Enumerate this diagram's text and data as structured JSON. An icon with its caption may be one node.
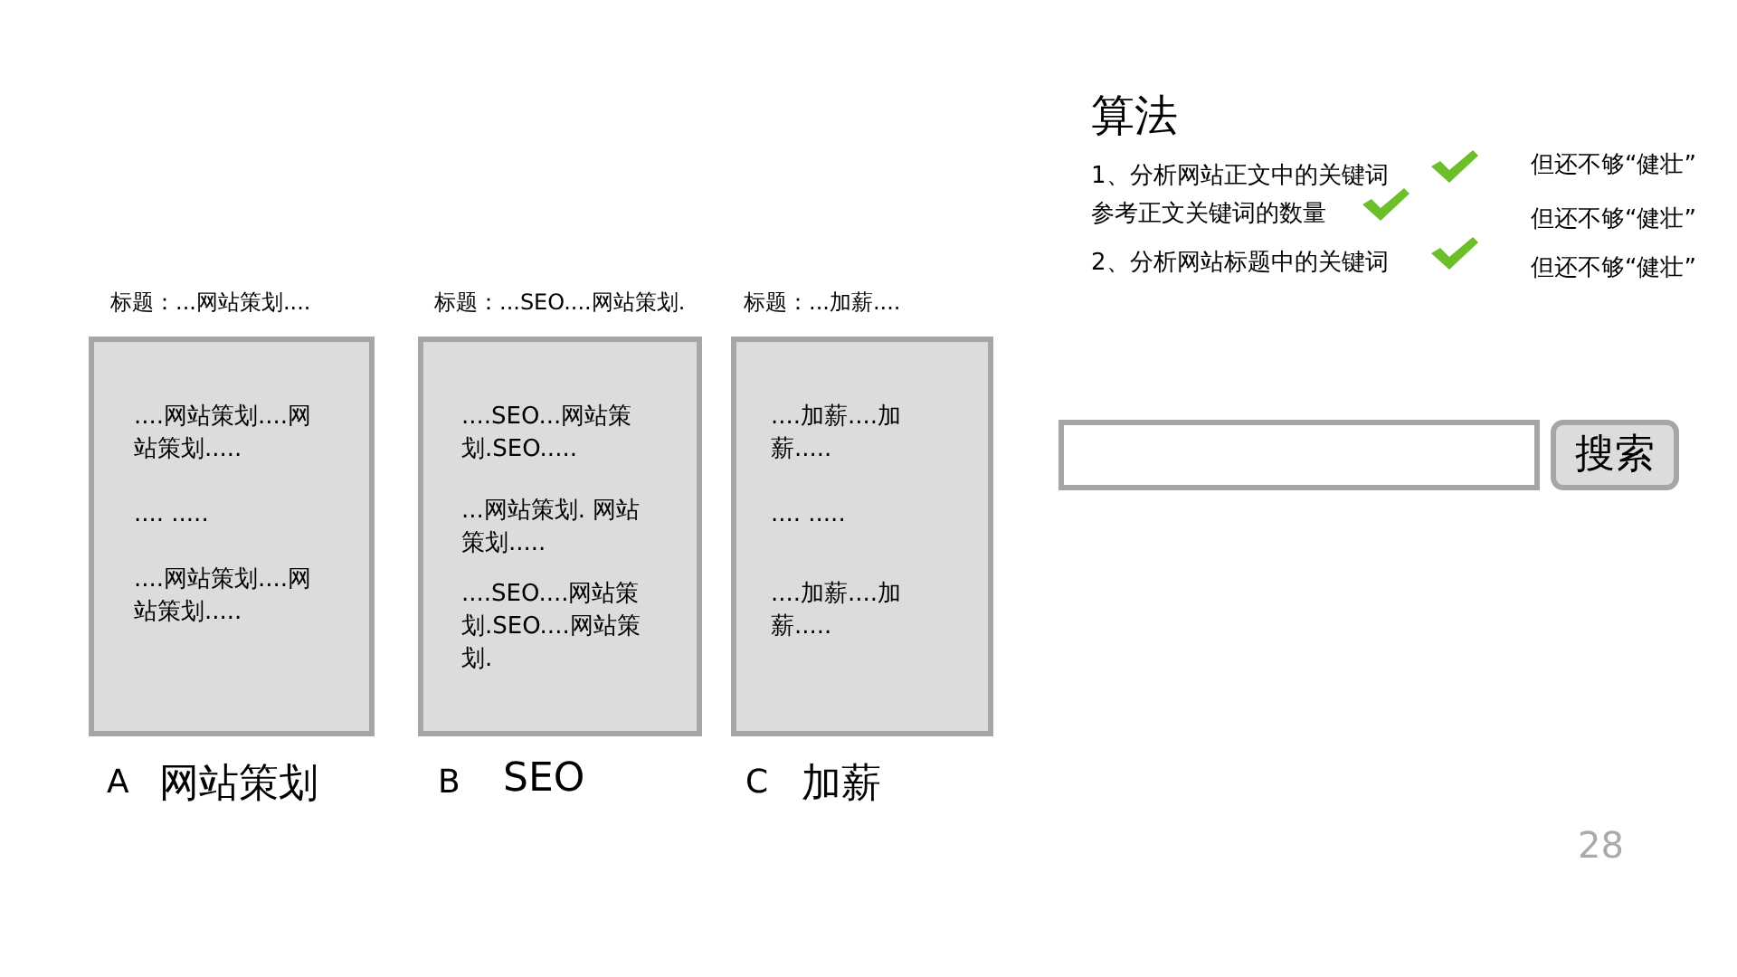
{
  "diagram": {
    "nodes": [
      {
        "text": [
          "标题：...网站策划....",
          "....网站策划....网站策划.....",
          ".... .....",
          "....网站策划....网站策划....."
        ],
        "beside": [
          "A",
          "网站策划"
        ]
      },
      {
        "text": [
          "标题：...SEO....网站策划.",
          "....SEO...网站策划.SEO.....",
          "...网站策划. 网站策划.....",
          "....SEO....网站策划.SEO....网站策划."
        ],
        "beside": [
          "B",
          "SEO"
        ]
      },
      {
        "text": [
          "标题：...加薪....",
          "....加薪....加薪.....",
          ".... .....",
          "....加薪....加薪....."
        ],
        "beside": [
          "C",
          "加薪"
        ]
      },
      {
        "text": [],
        "shape": "box"
      },
      {
        "text": [
          "搜索"
        ]
      }
    ],
    "labels": [
      "算法",
      "1、分析网站正文中的关键词",
      "但还不够“健壮”",
      "参考正文关键词的数量",
      "但还不够“健壮”",
      "2、分析网站标题中的关键词",
      "但还不够“健壮”",
      "28"
    ]
  }
}
